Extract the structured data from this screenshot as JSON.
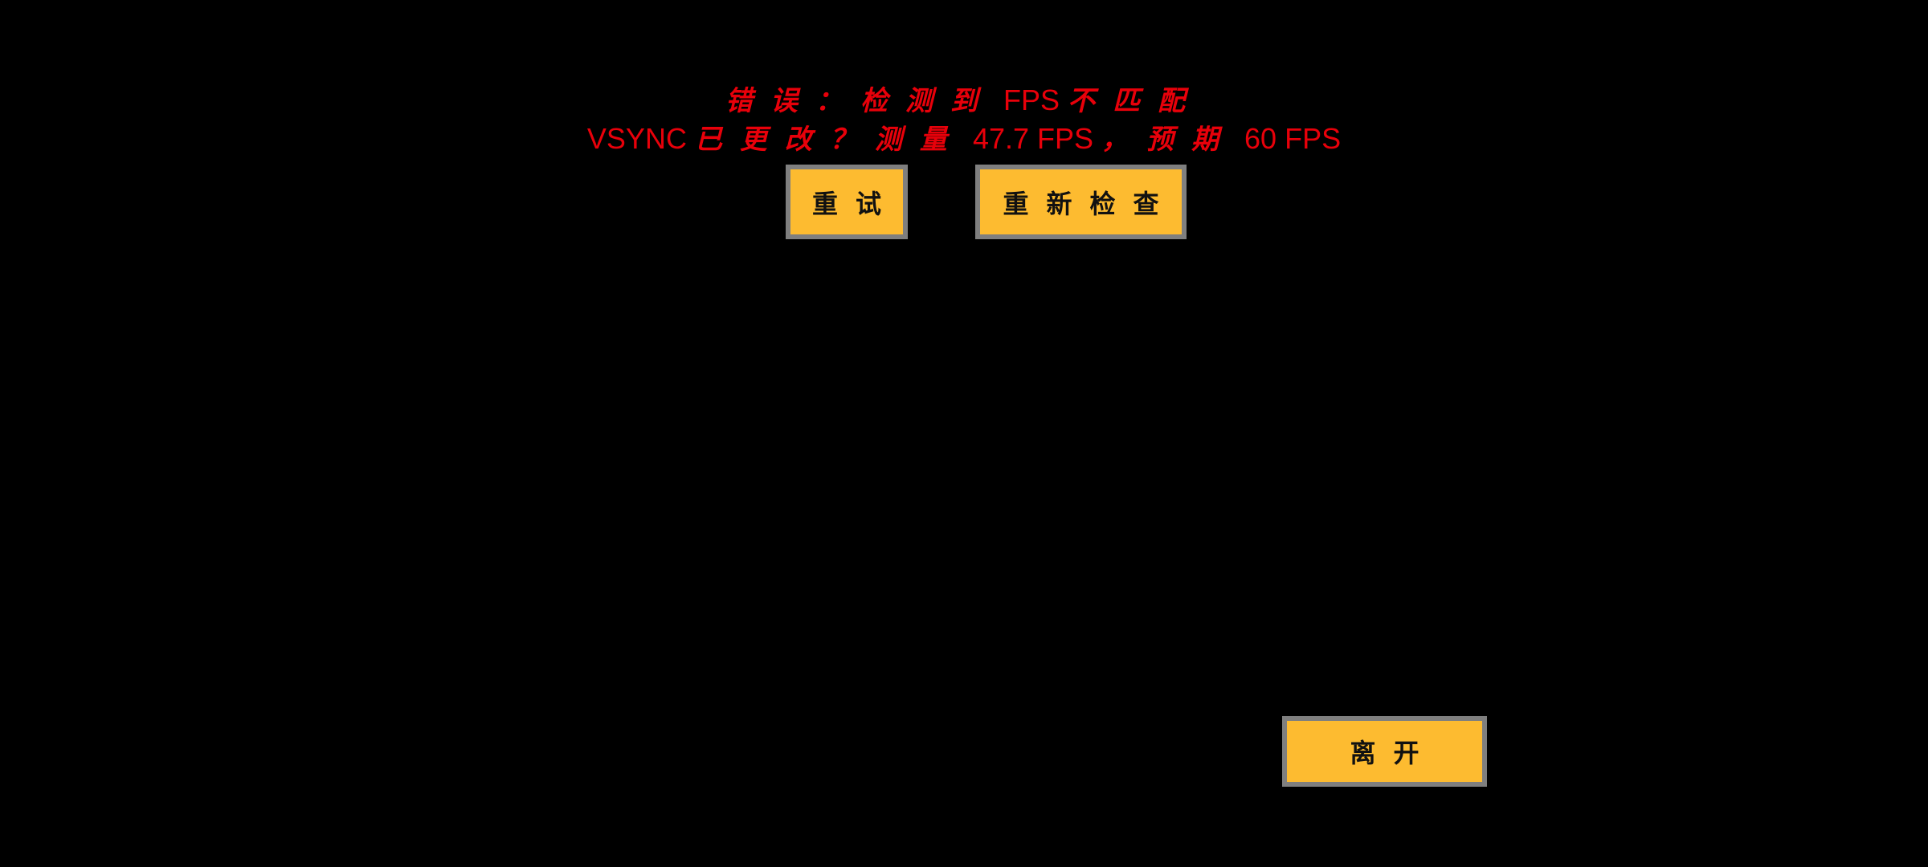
{
  "error": {
    "line1": {
      "a": "错误：检测到",
      "b": "FPS",
      "c": "不匹配"
    },
    "line2": {
      "a": "VSYNC",
      "b": "已更改？测量",
      "c": "47.7 FPS",
      "d": "，预期",
      "e": "60 FPS"
    }
  },
  "buttons": {
    "retry": "重试",
    "recheck": "重新检查",
    "leave": "离开"
  },
  "colors": {
    "error_text": "#e8000a",
    "button_bg": "#fdbb30",
    "button_border": "#7f7f7f"
  }
}
